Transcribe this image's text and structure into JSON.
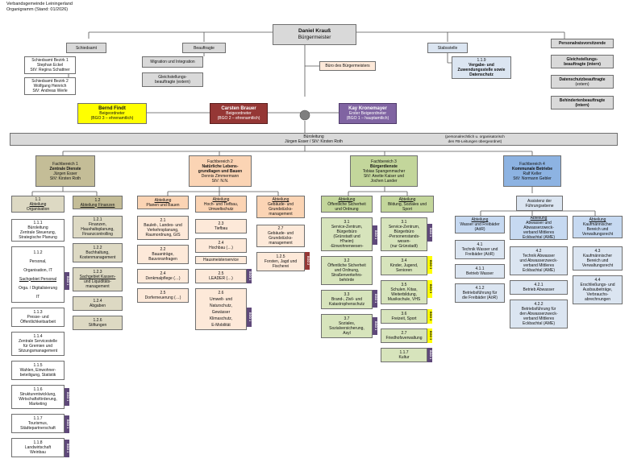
{
  "header": {
    "line1": "Verbandsgemeinde Leiningerland",
    "line2": "Organigramm (Stand: 01/2026)"
  },
  "top": {
    "mayor_name": "Daniel Krauß",
    "mayor_title": "Bürgermeister",
    "schiedsamt": "Schiedsamt",
    "schiedsamt1_t": "Schiedsamt Bezirk 1",
    "schiedsamt1_a": "Stephan Eckel",
    "schiedsamt1_b": "StV: Regina Schattner",
    "schiedsamt2_t": "Schiedsamt Bezirk 2",
    "schiedsamt2_a": "Wolfgang Heinrich",
    "schiedsamt2_b": "StV: Andreas Werle",
    "beauftragte": "Beauftragte",
    "migration": "Migration und Integration",
    "gleich_ext_a": "Gleichstellungs-",
    "gleich_ext_b": "beauftragte (extern)",
    "buero_bm": "Büro des Bürgermeisters",
    "stabsstelle": "Stabsstelle",
    "vergabe_a": "1.1.9",
    "vergabe_b": "Vergabe- und",
    "vergabe_c": "Zuwendungsstelle sowie",
    "vergabe_d": "Datenschutz",
    "personalrat": "Personalratsvorsitzende",
    "gleich_int_a": "Gleichstellungs-",
    "gleich_int_b": "beauftragte (intern)",
    "datenschutz_a": "Datenschutzbeauftragte",
    "datenschutz_b": "(extern)",
    "behinderte_a": "Behindertenbeauftragte",
    "behinderte_b": "(intern)"
  },
  "deputies": {
    "findt_name": "Bernd Findt",
    "findt_title": "Beigeordneter",
    "findt_sub": "(BGO 3 – ehrenamtlich)",
    "brauer_name": "Carsten Brauer",
    "brauer_title": "Beigeordneter",
    "brauer_sub": "(BGO 2 – ehrenamtlich)",
    "kronemayer_name": "Kay Kronemayer",
    "kronemayer_title": "Erster Beigeordneter",
    "kronemayer_sub": "(BGO 1 – hauptamtlich)"
  },
  "bueroleitung": {
    "title": "Büroleitung",
    "names": "Jürgen Esser / StV: Kirsten Roth",
    "note_a": "(personalrechtlich u. organisatorisch",
    "note_b": "den FB-Leitungen übergeordnet)"
  },
  "fb1": {
    "a": "Fachbereich 1",
    "b": "Zentrale Dienste",
    "c": "Jürgen Esser",
    "d": "StV: Kirsten Roth"
  },
  "fb2": {
    "a": "Fachbereich 2",
    "b": "Natürliche Lebens-",
    "c": "grundlagen und Bauen",
    "d": "Dennis Zimmermann",
    "e": "StV: N.N."
  },
  "fb3": {
    "a": "Fachbereich 3",
    "b": "Bürgerdienste",
    "c": "Tobias Spangenmacher",
    "d": "StV: Anette Kaiser und",
    "e": "Jochen Lander"
  },
  "fb4": {
    "a": "Fachbereich 4",
    "b": "Kommunale Betriebe",
    "c": "Ralf Keller",
    "d": "StV: Normann Gebler"
  },
  "fb1_items": {
    "h1a": "1.1",
    "h1b": "Abteilung",
    "h1c": "Organisation",
    "h2a": "1.2",
    "h2b": "Abteilung Finanzen",
    "i111a": "1.1.1",
    "i111b": "Büroleitung",
    "i111c": "Zentrale Steuerung,",
    "i111d": "Strategische Planung",
    "i112a": "1.1.2",
    "i112b": "Personal,",
    "i112c": "Organisation, IT",
    "i112d": "Sachgebiet Personal",
    "i112e": "Orga. / Digitalisierung",
    "i112f": "IT",
    "i113a": "1.1.3",
    "i113b": "Presse- und",
    "i113c": "Öffentlichkeitsarbeit",
    "i114a": "1.1.4",
    "i114b": "Zentrale Servicestelle",
    "i114c": "für Gremien und",
    "i114d": "Sitzungsmanagement",
    "i115a": "1.1.5",
    "i115b": "Wahlen, Einwohner-",
    "i115c": "beteiligung, Statistik",
    "i116a": "1.1.6",
    "i116b": "Strukturentwicklung,",
    "i116c": "Wirtschaftsförderung,",
    "i116d": "Marketing",
    "i117a": "1.1.7",
    "i117b": "Tourismus,",
    "i117c": "Städtepartnerschaft",
    "i118a": "1.1.8",
    "i118b": "Landwirtschaft",
    "i118c": "Weinbau",
    "i121a": "1.2.1",
    "i121b": "Finanzen,",
    "i121c": "Haushaltsplanung,",
    "i121d": "Finanzcontrolling",
    "i122a": "1.2.2",
    "i122b": "Buchhaltung,",
    "i122c": "Kostenmanagement",
    "i123a": "1.2.3",
    "i123b": "Sachgebiet Kassen-",
    "i123c": "und Liquiditäts-",
    "i123d": "management",
    "i124a": "1.2.4",
    "i124b": "Abgaben",
    "i126a": "1.2.6",
    "i126b": "Stiftungen"
  },
  "fb2_items": {
    "pa": "Abteilung",
    "pb": "Planen und Bauen",
    "ha": "Abteilung",
    "hb": "Hoch- und Tiefbau,",
    "hc": "Umweltschutz",
    "ga": "Abteilung",
    "gb": "Gebäude- und",
    "gc": "Grundstücks-",
    "gd": "management",
    "i21a": "2.1",
    "i21b": "Bauleit-, Landes- und",
    "i21c": "Verkehrsplanung,",
    "i21d": "Raumordnung, GIS",
    "i22a": "2.2",
    "i22b": "Bauanträge,",
    "i22c": "Bauvoranfragen",
    "i24": "2.4",
    "i24b": "Denkmalpflege (…)",
    "i25": "2.5",
    "i25b": "Dorferneuerung (…)",
    "i23a": "2.3",
    "i23b": "Tiefbau",
    "i24h": "2.4",
    "i24hb": "Hochbau (…)",
    "haus": "Hausmeisterservice",
    "i25l": "2.5",
    "i25lb": "LEADER (…)",
    "i26a": "2.6",
    "i26b": "Umwelt- und",
    "i26c": "Naturschutz,",
    "i26d": "Gewässer",
    "i26e": "Klimaschutz,",
    "i26f": "E-Mobilität",
    "i27a": "2.7",
    "i27b": "Gebäude- und",
    "i27c": "Grundstücks-",
    "i27d": "management",
    "i125a": "1.2.5",
    "i125b": "Forsten, Jagd und",
    "i125c": "Fischerei"
  },
  "fb3_items": {
    "oa": "Abteilung",
    "ob": "Öffentliche Sicherheit",
    "oc": "und Ordnung",
    "ba": "Abteilung",
    "bb": "Bildung, Soziales und",
    "bc": "Sport",
    "i31a": "3.1",
    "i31b": "Service-Zentrum,",
    "i31c": "Bürgerbüro",
    "i31d": "(Grünstadt und",
    "i31e": "H'heim)",
    "i31f": "-Einwohnerwesen-",
    "i32a": "3.2",
    "i32b": "Öffentliche Sicherheit",
    "i32c": "und Ordnung,",
    "i32d": "Straßenverkehrs-",
    "i32e": "behörde",
    "i33a": "3.3",
    "i33b": "Brand-, Zivil- und",
    "i33c": "Katastrophenschutz",
    "i37a": "3.7",
    "i37b": "Soziales,",
    "i37c": "Sozialversicherung,",
    "i37d": "Asyl",
    "i31ba": "3.1",
    "i31bb": "Service-Zentrum,",
    "i31bc": "Bürgerbüro",
    "i31bd": "-Personenstands-",
    "i31be": "wesen-",
    "i31bf": "(nur Grünstadt)",
    "i34a": "3.4",
    "i34b": "Kinder, Jugend,",
    "i34c": "Senioren",
    "i35a": "3.5",
    "i35b": "Schulen, Kitas,",
    "i35c": "Weiterbildung,",
    "i35d": "Musikschule, VHS",
    "i36a": "3.6",
    "i36b": "Freizeit, Sport",
    "i27fa": "2.7",
    "i27fb": "Friedhofsverwaltung",
    "i117ka": "1.1.7",
    "i117kb": "Kultur"
  },
  "fb4_items": {
    "assist_a": "Assistenz der",
    "assist_b": "Führungsebene",
    "wa": "Abteilung",
    "wb": "Wasser und Freibäder",
    "wc": "(AöR)",
    "aa": "Abteilung",
    "ab": "Abwasser und",
    "ac": "Abwasserzweck-",
    "ad": "verband Mittleres",
    "ae": "Eckbachtal (AME)",
    "ka": "Abteilung",
    "kb": "Kaufmännischer",
    "kc": "Bereich und",
    "kd": "Verwaltungsrecht",
    "i41a": "4.1",
    "i41b": "Technik Wasser und",
    "i41c": "Freibäder (AöR)",
    "i411a": "4.1.1",
    "i411b": "Betrieb Wasser",
    "i412a": "4.1.2",
    "i412b": "Betriebsführung für",
    "i412c": "die Freibäder (AöR)",
    "i42a": "4.2",
    "i42b": "Technik Abwasser",
    "i42c": "und Abwasserzweck-",
    "i42d": "verband Mittleres",
    "i42e": "Eckbachtal (AME)",
    "i421a": "4.2.1",
    "i421b": "Betrieb Abwasser",
    "i422a": "4.2.2",
    "i422b": "Betriebsführung für",
    "i422c": "den Abwasserzweck-",
    "i422d": "verband Mittleres",
    "i422e": "Eckbachtal (AME)",
    "i43a": "4.3",
    "i43b": "Kaufmännischer",
    "i43c": "Bereich und",
    "i43d": "Verwaltungsrecht",
    "i44a": "4.4",
    "i44b": "Erschließungs- und",
    "i44c": "Ausbaubeiträge,",
    "i44d": "Verbrauchs-",
    "i44e": "abrechnungen"
  },
  "tags": {
    "bgo1": "BGO 1",
    "bgo2": "BGO 2",
    "bgo3": "BGO 3"
  }
}
